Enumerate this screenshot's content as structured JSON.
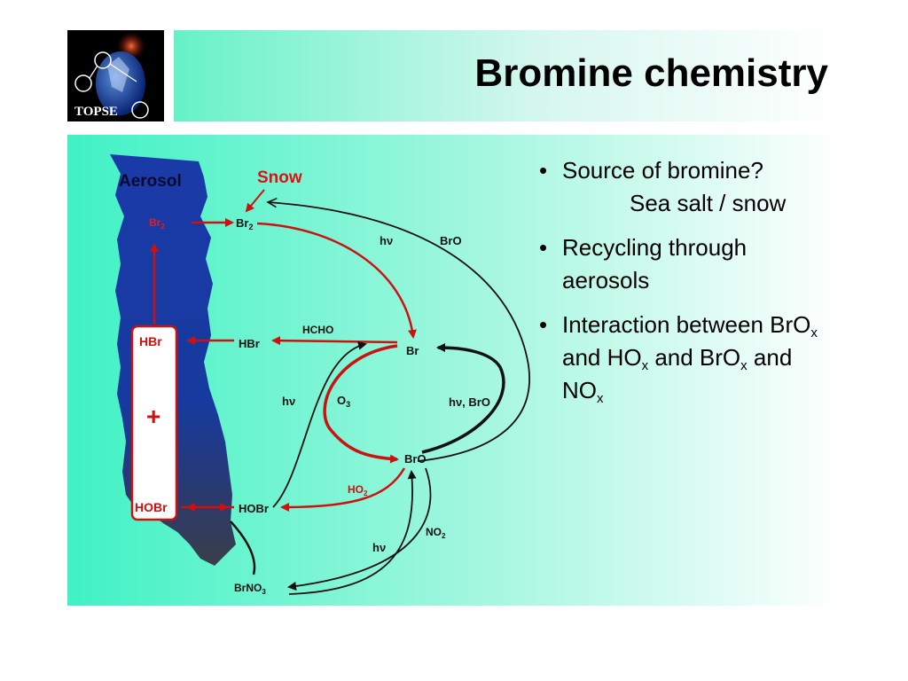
{
  "slide": {
    "title": "Bromine chemistry",
    "logo_text": "TOPSE"
  },
  "diagram": {
    "aerosol_label": "Aerosol",
    "snow_label": "Snow",
    "br2_aerosol": "Br",
    "br2_aerosol_sub": "2",
    "br2_gas": "Br",
    "br2_gas_sub": "2",
    "hv_top": "hν",
    "bro_top": "BrO",
    "hbr_aerosol": "HBr",
    "plus": "+",
    "hobr_aerosol": "HOBr",
    "hbr_gas": "HBr",
    "hcho": "HCHO",
    "br": "Br",
    "hv_left": "hν",
    "o3": "O",
    "o3_sub": "3",
    "hv_bro": "hν, BrO",
    "bro": "BrO",
    "ho2": "HO",
    "ho2_sub": "2",
    "hobr_gas": "HOBr",
    "no2": "NO",
    "no2_sub": "2",
    "hv_bottom": "hν",
    "brno3": "BrNO",
    "brno3_sub": "3"
  },
  "bullets": {
    "b1_line1": "Source of bromine?",
    "b1_line2": "Sea salt / snow",
    "b2": "Recycling through aerosols",
    "b3_part1": "Interaction between BrO",
    "b3_sub1": "x",
    "b3_part2": " and HO",
    "b3_sub2": "x",
    "b3_part3": " and BrO",
    "b3_sub3": "x",
    "b3_part4": " and NO",
    "b3_sub4": "x"
  },
  "colors": {
    "aerosol_blue": "#1438b4",
    "reaction_red": "#cc1111",
    "panel_green": "#3ff2c4"
  }
}
